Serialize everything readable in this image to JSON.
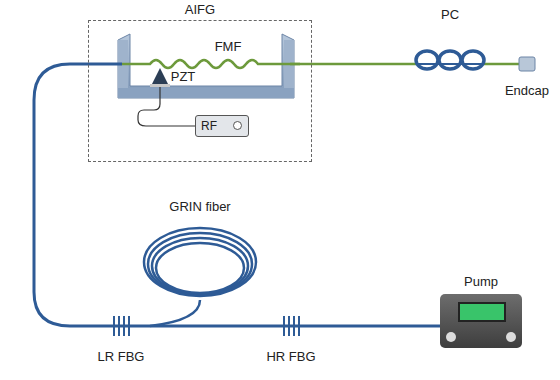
{
  "diagram": {
    "nodes": [
      {
        "text": [
          "AIFG"
        ]
      },
      {
        "text": [
          "RF"
        ],
        "in": 0
      },
      {
        "text": [
          "Pump"
        ]
      }
    ],
    "labels": [
      "PC",
      "FMF",
      "PZT",
      "Endcap",
      "GRIN fiber",
      "LR FBG",
      "HR FBG"
    ]
  }
}
